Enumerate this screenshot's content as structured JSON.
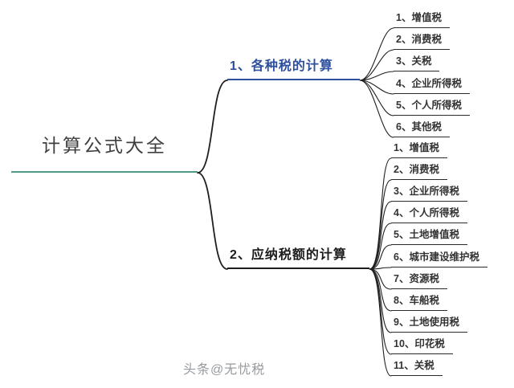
{
  "root": {
    "label": "计算公式大全"
  },
  "branches": [
    {
      "label": "1、各种税的计算",
      "color": "#2e4f9e",
      "children": [
        "1、增值税",
        "2、消费税",
        "3、关税",
        "4、企业所得税",
        "5、个人所得税",
        "6、其他税"
      ]
    },
    {
      "label": "2、应纳税额的计算",
      "color": "#1c1c1c",
      "children": [
        "1、增值税",
        "2、消费税",
        "3、企业所得税",
        "4、个人所得税",
        "5、土地增值税",
        "6、城市建设维护税",
        "7、资源税",
        "8、车船税",
        "9、土地使用税",
        "10、印花税",
        "11、关税"
      ]
    }
  ],
  "watermark": "头条@无忧税",
  "colors": {
    "root_underline": "#4d9a8b",
    "connector": "#1f1f1f",
    "root_text": "#3f3f3f",
    "leaf_text": "#333333",
    "leaf_underline": "#2b2b2b",
    "watermark": "#8b9095"
  }
}
